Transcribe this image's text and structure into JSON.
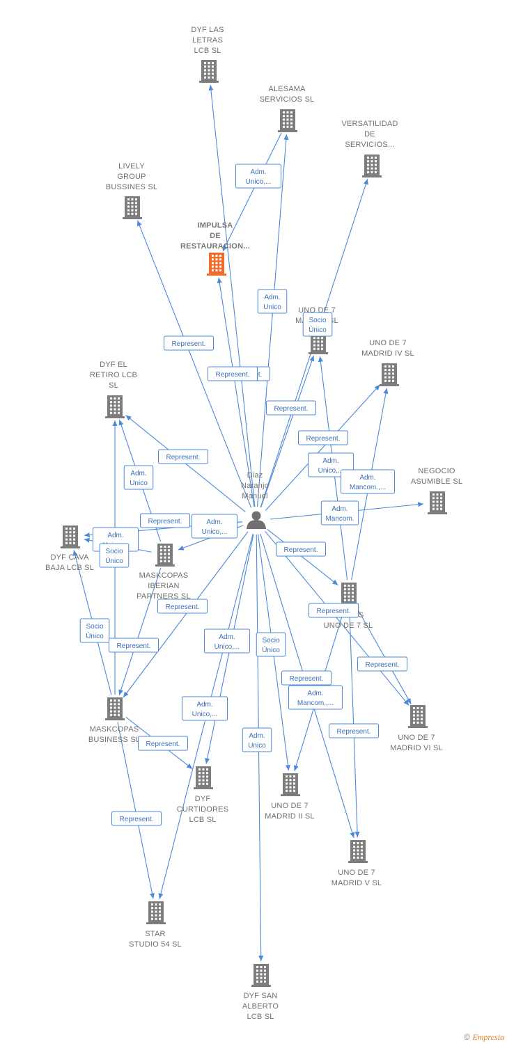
{
  "person": {
    "id": "person",
    "label": [
      "Diaz",
      "Naranjo",
      "Manuel"
    ]
  },
  "nodes": [
    {
      "id": "dyf_letras",
      "label": [
        "DYF LAS",
        "LETRAS",
        "LCB  SL"
      ]
    },
    {
      "id": "alesama",
      "label": [
        "ALESAMA",
        "SERVICIOS  SL"
      ]
    },
    {
      "id": "versatilidad",
      "label": [
        "VERSATILIDAD",
        "DE",
        "SERVICIOS..."
      ]
    },
    {
      "id": "lively",
      "label": [
        "LIVELY",
        "GROUP",
        "BUSSINES  SL"
      ]
    },
    {
      "id": "impulsa",
      "label": [
        "IMPULSA",
        "DE",
        "RESTAURACION..."
      ],
      "main": true
    },
    {
      "id": "uno7_mad",
      "label": [
        "UNO DE 7",
        "MADRID  SL"
      ]
    },
    {
      "id": "uno7_iv",
      "label": [
        "UNO DE 7",
        "MADRID IV  SL"
      ]
    },
    {
      "id": "dyf_retiro",
      "label": [
        "DYF EL",
        "RETIRO LCB",
        "SL"
      ]
    },
    {
      "id": "negocio",
      "label": [
        "NEGOCIO",
        "ASUMIBLE SL"
      ]
    },
    {
      "id": "dyf_cava",
      "label": [
        "DYF CAVA",
        "BAJA LCB  SL"
      ]
    },
    {
      "id": "maskcopas_ib",
      "label": [
        "MASKCOPAS",
        "IBERIAN",
        "PARTNERS  SL"
      ]
    },
    {
      "id": "iberias",
      "label": [
        "IBERIAS",
        "UNO DE 7  SL"
      ]
    },
    {
      "id": "uno7_vi",
      "label": [
        "UNO DE 7",
        "MADRID VI  SL"
      ]
    },
    {
      "id": "maskcopas_bus",
      "label": [
        "MASKCOPAS",
        "BUSINESS  SL"
      ]
    },
    {
      "id": "dyf_curt",
      "label": [
        "DYF",
        "CURTIDORES",
        "LCB  SL"
      ]
    },
    {
      "id": "uno7_ii",
      "label": [
        "UNO DE 7",
        "MADRID II  SL"
      ]
    },
    {
      "id": "uno7_v",
      "label": [
        "UNO DE 7",
        "MADRID V  SL"
      ]
    },
    {
      "id": "star",
      "label": [
        "STAR",
        "STUDIO 54  SL"
      ]
    },
    {
      "id": "dyf_alberto",
      "label": [
        "DYF SAN",
        "ALBERTO",
        "LCB  SL"
      ]
    }
  ],
  "edges": [
    {
      "from": "person",
      "to": "dyf_letras",
      "label": [
        "Represent."
      ]
    },
    {
      "from": "person",
      "to": "alesama",
      "label": [
        "Adm.",
        "Unico"
      ]
    },
    {
      "from": "alesama",
      "to": "impulsa",
      "label": [
        "Adm.",
        "Unico,..."
      ]
    },
    {
      "from": "person",
      "to": "versatilidad",
      "label": [
        "Represent."
      ]
    },
    {
      "from": "person",
      "to": "lively",
      "label": [
        "Represent."
      ]
    },
    {
      "from": "person",
      "to": "impulsa",
      "label": [
        "Represent."
      ]
    },
    {
      "from": "person",
      "to": "uno7_mad",
      "label": [
        "Socio",
        "Único"
      ]
    },
    {
      "from": "person",
      "to": "uno7_iv",
      "label": [
        "Represent."
      ]
    },
    {
      "from": "person",
      "to": "dyf_retiro",
      "label": [
        "Represent."
      ]
    },
    {
      "from": "maskcopas_ib",
      "to": "dyf_retiro",
      "label": [
        "Adm.",
        "Unico"
      ]
    },
    {
      "from": "iberias",
      "to": "uno7_mad",
      "label": [
        "Adm.",
        "Unico,..."
      ]
    },
    {
      "from": "iberias",
      "to": "uno7_iv",
      "label": [
        "Adm.",
        "Mancom.,..."
      ]
    },
    {
      "from": "person",
      "to": "negocio",
      "label": [
        "Adm.",
        "Mancom."
      ]
    },
    {
      "from": "person",
      "to": "dyf_cava",
      "label": [
        "Represent."
      ]
    },
    {
      "from": "maskcopas_ib",
      "to": "dyf_cava",
      "label": [
        "Adm.",
        "Unico,..."
      ]
    },
    {
      "from": "maskcopas_bus",
      "to": "dyf_cava",
      "label": [
        "Socio",
        "Único"
      ]
    },
    {
      "from": "maskcopas_bus",
      "to": "dyf_retiro",
      "label": [
        "Socio",
        "Único"
      ]
    },
    {
      "from": "person",
      "to": "maskcopas_ib",
      "label": [
        "Represent."
      ]
    },
    {
      "from": "person",
      "to": "iberias",
      "label": [
        "Represent."
      ]
    },
    {
      "from": "person",
      "to": "maskcopas_bus",
      "label": [
        "Represent."
      ]
    },
    {
      "from": "maskcopas_ib",
      "to": "maskcopas_bus",
      "label": [
        "Adm.",
        "Unico,..."
      ]
    },
    {
      "from": "person",
      "to": "uno7_vi",
      "label": [
        "Represent."
      ]
    },
    {
      "from": "iberias",
      "to": "uno7_vi",
      "label": [
        "Adm.",
        "Unico,..."
      ]
    },
    {
      "from": "person",
      "to": "dyf_curt",
      "label": [
        "Represent."
      ]
    },
    {
      "from": "maskcopas_bus",
      "to": "dyf_curt",
      "label": [
        "Socio",
        "Único"
      ]
    },
    {
      "from": "person",
      "to": "uno7_ii",
      "label": [
        "Represent."
      ]
    },
    {
      "from": "iberias",
      "to": "uno7_ii",
      "label": [
        "Adm.",
        "Mancom.,..."
      ]
    },
    {
      "from": "person",
      "to": "uno7_v",
      "label": [
        "Represent."
      ]
    },
    {
      "from": "iberias",
      "to": "uno7_v",
      "label": [
        "Adm.",
        "Unico,..."
      ]
    },
    {
      "from": "person",
      "to": "star",
      "label": [
        "Represent."
      ]
    },
    {
      "from": "maskcopas_bus",
      "to": "star",
      "label": [
        "Adm.",
        "Unico"
      ]
    },
    {
      "from": "person",
      "to": "dyf_alberto",
      "label": [
        "Represent."
      ]
    }
  ],
  "colors": {
    "edge": "#4a88d8",
    "building": "#7d7d7d",
    "building_main": "#f26b2b",
    "person": "#707070"
  },
  "footer": {
    "symbol": "©",
    "brand": "Empresia"
  }
}
